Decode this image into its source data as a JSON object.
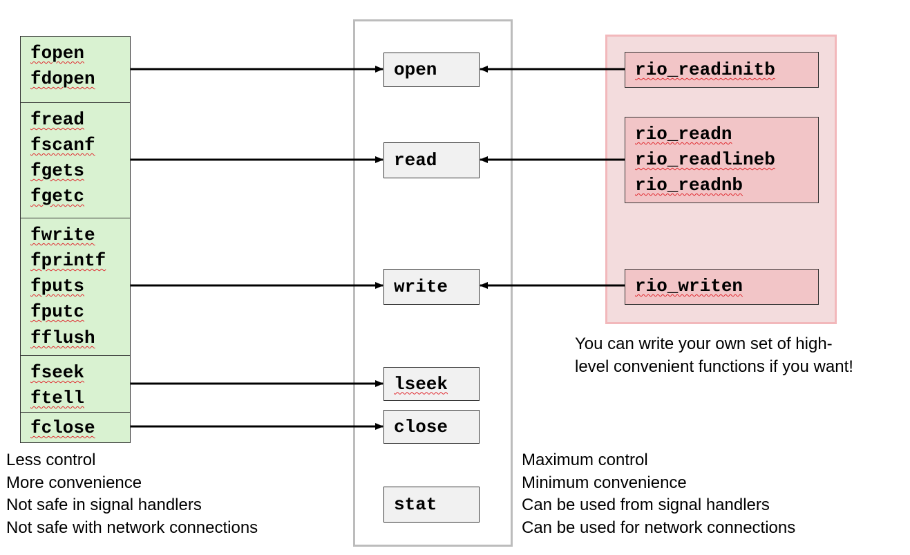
{
  "stdio_groups": [
    {
      "functions": [
        "fopen",
        "fdopen"
      ]
    },
    {
      "functions": [
        "fread",
        "fscanf",
        "fgets",
        "fgetc"
      ]
    },
    {
      "functions": [
        "fwrite",
        "fprintf",
        "fputs",
        "fputc",
        "fflush"
      ]
    },
    {
      "functions": [
        "fseek",
        "ftell"
      ]
    },
    {
      "functions": [
        "fclose"
      ]
    }
  ],
  "unix_io": [
    "open",
    "read",
    "write",
    "lseek",
    "close",
    "stat"
  ],
  "rio_groups": [
    {
      "functions": [
        "rio_readinitb"
      ]
    },
    {
      "functions": [
        "rio_readn",
        "rio_readlineb",
        "rio_readnb"
      ]
    },
    {
      "functions": [
        "rio_writen"
      ]
    }
  ],
  "rio_note": [
    "You can write your own set of high-",
    "level convenient functions if you want!"
  ],
  "left_notes": [
    "Less control",
    "More convenience",
    "Not safe in signal handlers",
    "Not safe with network connections"
  ],
  "right_notes": [
    "Maximum control",
    "Minimum convenience",
    "Can be used from signal handlers",
    "Can be used for network connections"
  ],
  "colors": {
    "stdio_fill": "#d9f2d1",
    "rio_outer_fill": "#f3dcdd",
    "rio_fill": "#f2c5c7",
    "unix_fill": "#f1f1f1",
    "frame": "#bcbcbc"
  }
}
